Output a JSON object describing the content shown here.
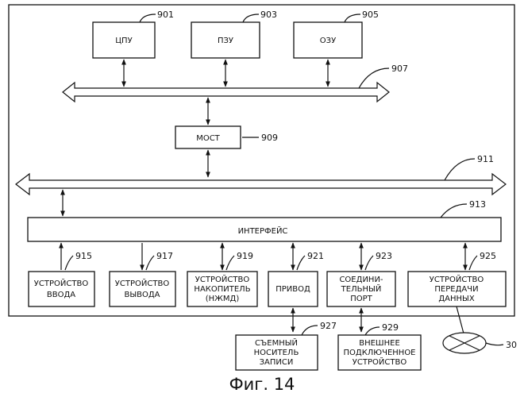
{
  "blocks": {
    "cpu": {
      "label": "ЦПУ",
      "ref": "901"
    },
    "rom": {
      "label": "ПЗУ",
      "ref": "903"
    },
    "ram": {
      "label": "ОЗУ",
      "ref": "905"
    },
    "bridge": {
      "label": "МОСТ",
      "ref": "909"
    },
    "interface": {
      "label": "ИНТЕРФЕЙС",
      "ref": "913"
    },
    "input": {
      "lines": [
        "УСТРОЙСТВО",
        "ВВОДА"
      ],
      "ref": "915"
    },
    "output": {
      "lines": [
        "УСТРОЙСТВО",
        "ВЫВОДА"
      ],
      "ref": "917"
    },
    "storage": {
      "lines": [
        "УСТРОЙСТВО",
        "НАКОПИТЕЛЬ",
        "(НЖМД)"
      ],
      "ref": "919"
    },
    "drive": {
      "label": "ПРИВОД",
      "ref": "921"
    },
    "port": {
      "lines": [
        "СОЕДИНИ-",
        "ТЕЛЬНЫЙ",
        "ПОРТ"
      ],
      "ref": "923"
    },
    "comm": {
      "lines": [
        "УСТРОЙСТВО",
        "ПЕРЕДАЧИ",
        "ДАННЫХ"
      ],
      "ref": "925"
    },
    "removable": {
      "lines": [
        "СЪЕМНЫЙ",
        "НОСИТЕЛЬ",
        "ЗАПИСИ"
      ],
      "ref": "927"
    },
    "external": {
      "lines": [
        "ВНЕШНЕЕ",
        "ПОДКЛЮЧЕННОЕ",
        "УСТРОЙСТВО"
      ],
      "ref": "929"
    }
  },
  "buses": {
    "host_bus_ref": "907",
    "external_bus_ref": "911"
  },
  "network_ref": "30",
  "caption": "Фиг. 14"
}
